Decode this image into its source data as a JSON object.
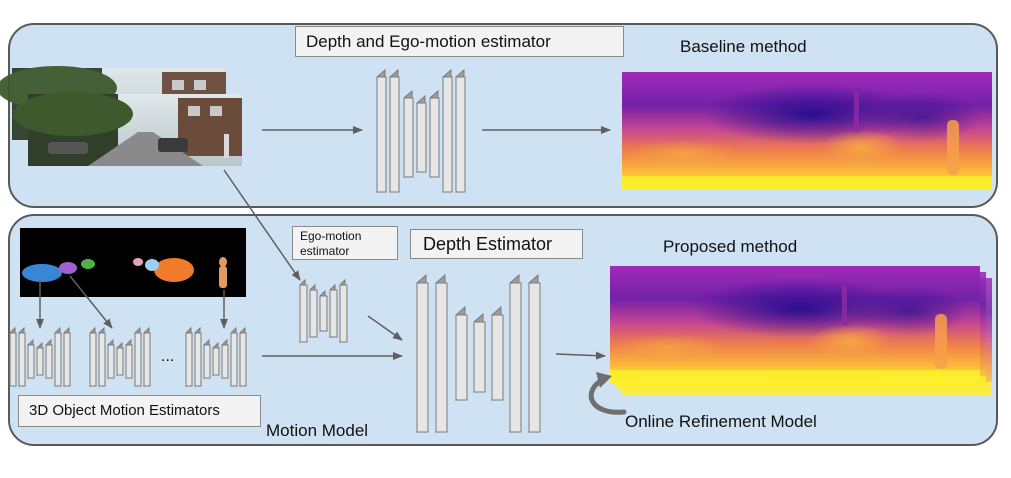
{
  "top_panel": {
    "title": "Depth and Ego-motion estimator",
    "result_label": "Baseline method"
  },
  "bottom_panel": {
    "ego_label_line1": "Ego-motion",
    "ego_label_line2": "estimator",
    "depth_label": "Depth Estimator",
    "result_label": "Proposed method",
    "object_motion_label": "3D Object Motion Estimators",
    "ellipsis": "...",
    "motion_model_label": "Motion Model",
    "refinement_label": "Online Refinement Model"
  },
  "colors": {
    "panel_bg": "#cfe2f3",
    "panel_border": "#595959",
    "net_face": "#e6e6e6",
    "net_side": "#9e9e9e",
    "arrow": "#5f5f5f"
  }
}
